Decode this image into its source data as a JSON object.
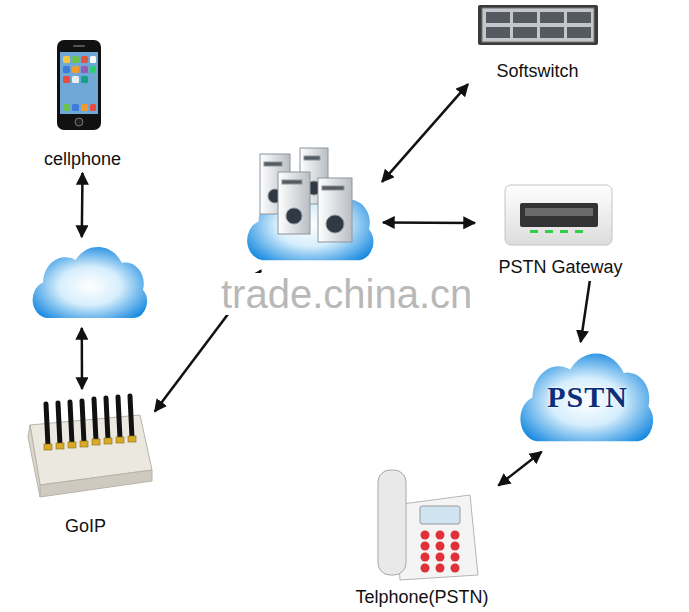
{
  "diagram": {
    "nodes": [
      {
        "text": [
          "cellphone"
        ]
      },
      {
        "text": []
      },
      {
        "text": [
          "GoIP"
        ]
      },
      {
        "text": []
      },
      {
        "text": [
          "Softswitch"
        ]
      },
      {
        "text": [
          "PSTN Gateway"
        ]
      },
      {
        "text": [
          "PSTN"
        ]
      },
      {
        "text": [
          "Telphone(PSTN)"
        ]
      }
    ],
    "edges": [
      {
        "from": 0,
        "to": 1,
        "arrow": "both"
      },
      {
        "from": 1,
        "to": 2,
        "arrow": "both"
      },
      {
        "from": 2,
        "to": 3,
        "arrow": "both"
      },
      {
        "from": 3,
        "to": 4,
        "arrow": "both"
      },
      {
        "from": 3,
        "to": 5,
        "arrow": "both"
      },
      {
        "from": 5,
        "to": 6,
        "arrow": "to"
      },
      {
        "from": 6,
        "to": 7,
        "arrow": "both"
      }
    ],
    "labels": [
      "trade.china.cn"
    ]
  }
}
